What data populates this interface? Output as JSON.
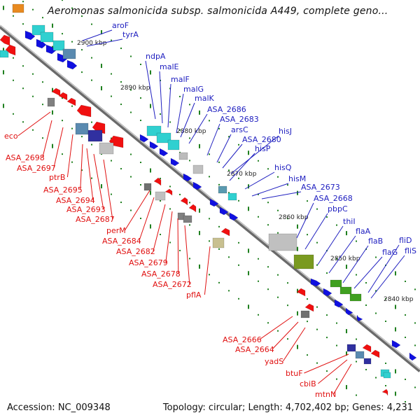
{
  "title": "Aeromonas salmonicida subsp. salmonicida A449, complete geno...",
  "footer": {
    "accession": "Accession: NC_009348",
    "info": "Topology: circular; Length: 4,702,402 bp; Genes: 4,231"
  },
  "colors": {
    "forward_label": "#2020c0",
    "reverse_label": "#e01010",
    "forward_cds": "#1010e0",
    "reverse_cds": "#f01010",
    "rna": "#30d0d0",
    "other": "#909090",
    "olive": "#7a9a20",
    "green": "#40a020",
    "backbone": "#888888",
    "tick": "#208020"
  },
  "kbp_markers": [
    "2900 kbp",
    "2890 kbp",
    "2880 kbp",
    "2870 kbp",
    "2860 kbp",
    "2850 kbp",
    "2840 kbp"
  ],
  "forward_labels": [
    "aroF",
    "tyrA",
    "ndpA",
    "malE",
    "malF",
    "malG",
    "malK",
    "ASA_2686",
    "ASA_2683",
    "arsC",
    "ASA_2680",
    "hisJ",
    "hisP",
    "hisQ",
    "hisM",
    "ASA_2673",
    "ASA_2668",
    "pbpC",
    "thiI",
    "flaA",
    "flaB",
    "flaG",
    "fliD",
    "fliS"
  ],
  "reverse_labels": [
    "eco",
    "ASA_2698",
    "ASA_2697",
    "ptrB",
    "ASA_2695",
    "ASA_2694",
    "ASA_2693",
    "ASA_2687",
    "perM",
    "ASA_2684",
    "ASA_2682",
    "ASA_2679",
    "ASA_2678",
    "ASA_2672",
    "pflA",
    "ASA_2666",
    "ASA_2664",
    "yadS",
    "btuF",
    "cbiB",
    "mtnN"
  ]
}
